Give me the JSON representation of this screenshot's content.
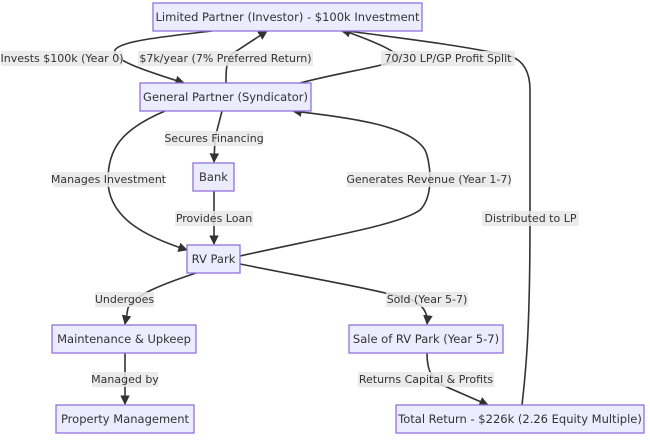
{
  "diagram": {
    "type": "flowchart",
    "nodes": {
      "lp": "Limited Partner (Investor) - $100k Investment",
      "gp": "General Partner (Syndicator)",
      "bank": "Bank",
      "rv": "RV Park",
      "maint": "Maintenance & Upkeep",
      "pm": "Property Management",
      "sale": "Sale of RV Park (Year 5-7)",
      "total": "Total Return - $226k (2.26 Equity Multiple)"
    },
    "edges": {
      "lp_gp": {
        "from": "lp",
        "to": "gp",
        "label": "Invests $100k (Year 0)"
      },
      "gp_lp_pref": {
        "from": "gp",
        "to": "lp",
        "label": "$7k/year (7% Preferred Return)"
      },
      "gp_lp_split": {
        "from": "gp",
        "to": "lp",
        "label": "70/30 LP/GP Profit Split"
      },
      "gp_bank": {
        "from": "gp",
        "to": "bank",
        "label": "Secures Financing"
      },
      "gp_rv": {
        "from": "gp",
        "to": "rv",
        "label": "Manages Investment"
      },
      "bank_rv": {
        "from": "bank",
        "to": "rv",
        "label": "Provides Loan"
      },
      "rv_gp": {
        "from": "rv",
        "to": "gp",
        "label": "Generates Revenue (Year 1-7)"
      },
      "rv_maint": {
        "from": "rv",
        "to": "maint",
        "label": "Undergoes"
      },
      "maint_pm": {
        "from": "maint",
        "to": "pm",
        "label": "Managed by"
      },
      "rv_sale": {
        "from": "rv",
        "to": "sale",
        "label": "Sold (Year 5-7)"
      },
      "sale_total": {
        "from": "sale",
        "to": "total",
        "label": "Returns Capital & Profits"
      },
      "total_lp": {
        "from": "total",
        "to": "lp",
        "label": "Distributed to LP"
      }
    }
  }
}
